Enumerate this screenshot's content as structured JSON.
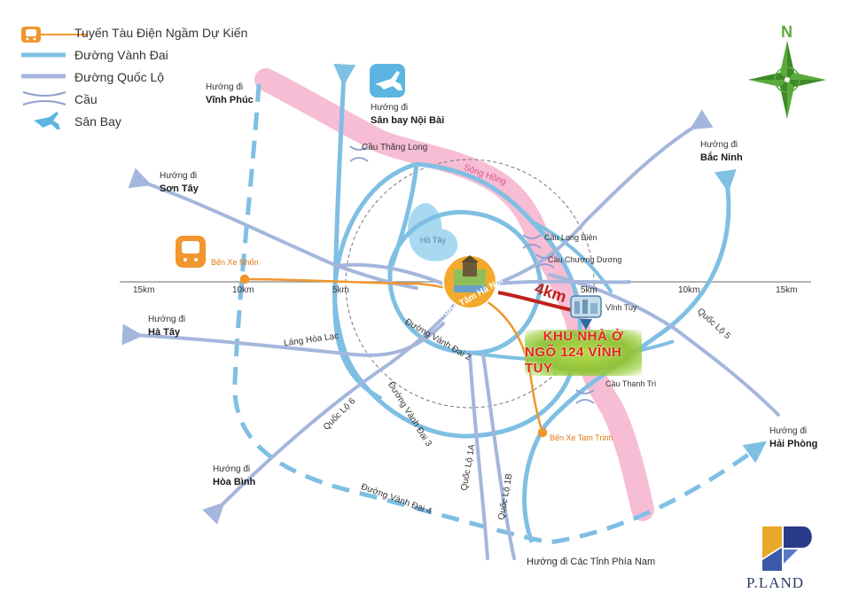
{
  "legend": {
    "items": [
      {
        "label": "Tuyến Tàu Điện Ngầm Dự Kiến",
        "color": "#f0962d"
      },
      {
        "label": "Đường Vành Đai",
        "color": "#7fbfe3"
      },
      {
        "label": "Đường Quốc Lộ",
        "color": "#a5b6dc"
      },
      {
        "label": "Cầu",
        "color": "#8f9fcf"
      },
      {
        "label": "Sân Bay",
        "color": "#5bb5e0"
      }
    ]
  },
  "compass": {
    "north_label": "N",
    "color": "#5aab3c"
  },
  "scale": {
    "ticks": [
      "15km",
      "10km",
      "5km",
      "5km",
      "10km",
      "15km"
    ]
  },
  "directions": {
    "prefix": "Hướng đi",
    "vinh_phuc": "Vĩnh Phúc",
    "noi_bai": "Sân bay Nội Bài",
    "son_tay": "Sơn Tây",
    "ha_tay": "Hà Tây",
    "hoa_binh": "Hòa Bình",
    "bac_ninh": "Bắc Ninh",
    "hai_phong": "Hải Phòng",
    "phia_nam": "Hướng đi Các Tỉnh Phía Nam"
  },
  "places": {
    "cau_thang_long": "Cầu Thăng Long",
    "song_hong": "Sông Hồng",
    "ho_tay": "Hồ Tây",
    "cau_long_bien": "Cầu Long Biên",
    "cau_chuong_duong": "Cầu Chương Dương",
    "ben_xe_nhon": "Bến Xe Nhổn",
    "trung_tam": "Trung Tâm Hà Nội",
    "vinh_tuy": "Vĩnh Tuy",
    "distance": "4km",
    "cau_thanh_tri": "Cầu Thanh Trì",
    "ben_xe_tam_trinh": "Bến Xe Tam Trinh"
  },
  "roads": {
    "lang_hoa_lac": "Láng Hòa Lạc",
    "vanh_dai_2": "Đường Vành Đai 2",
    "vanh_dai_3": "Đường Vành Đai 3",
    "vanh_dai_4": "Đường Vành Đai 4",
    "quoc_lo_6": "Quốc Lộ 6",
    "quoc_lo_1a": "Quốc Lộ 1A",
    "quoc_lo_1b": "Quốc Lộ 1B",
    "quoc_lo_5": "Quốc Lộ 5"
  },
  "project": {
    "line1": "KHU NHÀ Ở",
    "line2": "NGÕ 124 VĨNH TUY"
  },
  "brand": {
    "name": "P.LAND",
    "color_gold": "#e8a82a",
    "color_blue": "#2a3a8a"
  }
}
